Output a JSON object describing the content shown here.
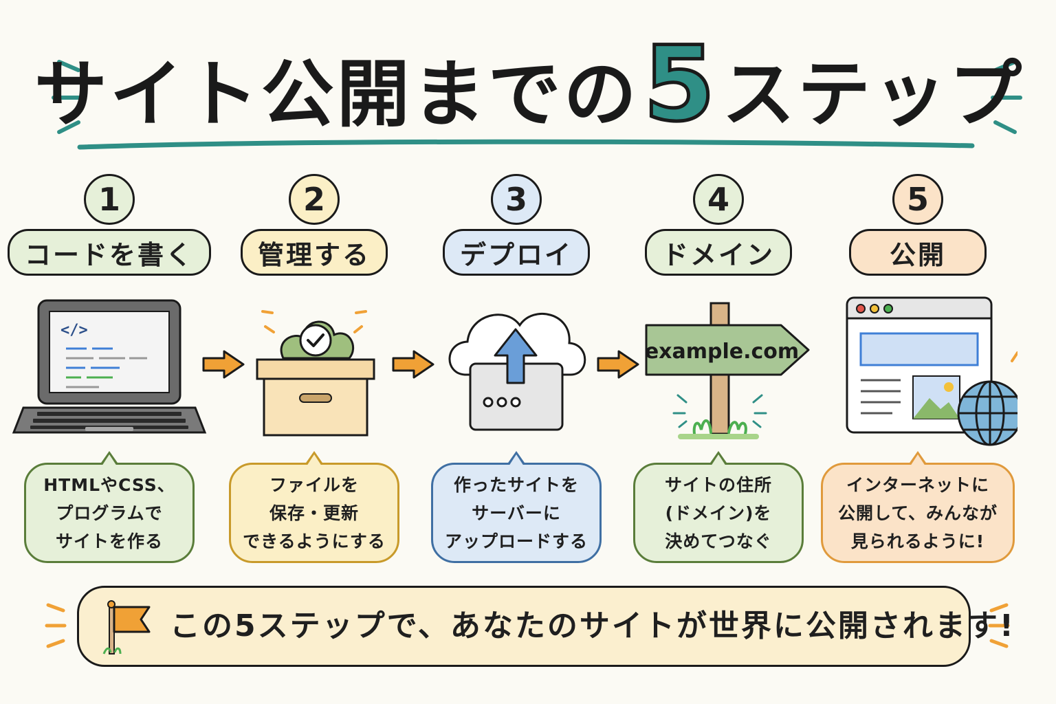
{
  "title": {
    "main": "サイト公開までの",
    "number": "5",
    "tail": "ステップ"
  },
  "colors": {
    "accent": "#2f8f86",
    "arrow": "#f0a136",
    "outline": "#1a1a1a"
  },
  "steps": [
    {
      "number": "1",
      "label": "コードを書く",
      "description": "HTMLやCSS、\nプログラムで\nサイトを作る",
      "fill": "#e6f0d9",
      "border": "#5a7d3a",
      "icon": "laptop-code-icon"
    },
    {
      "number": "2",
      "label": "管理する",
      "description": "ファイルを\n保存・更新\nできるようにする",
      "fill": "#fbefc6",
      "border": "#c89a2a",
      "icon": "storage-box-icon"
    },
    {
      "number": "3",
      "label": "デプロイ",
      "description": "作ったサイトを\nサーバーに\nアップロードする",
      "fill": "#dde9f6",
      "border": "#3f6fa3",
      "icon": "cloud-upload-icon"
    },
    {
      "number": "4",
      "label": "ドメイン",
      "description": "サイトの住所\n(ドメイン)を\n決めてつなぐ",
      "fill": "#e6f0d9",
      "border": "#5a7d3a",
      "icon": "signpost-icon",
      "sign_text": "example.com"
    },
    {
      "number": "5",
      "label": "公開",
      "description": "インターネットに\n公開して、みんなが\n見られるように!",
      "fill": "#fbe3c8",
      "border": "#e09a3c",
      "icon": "browser-globe-icon"
    }
  ],
  "footer": {
    "text": "この5ステップで、あなたのサイトが世界に公開されます!",
    "icon": "flag-icon"
  }
}
